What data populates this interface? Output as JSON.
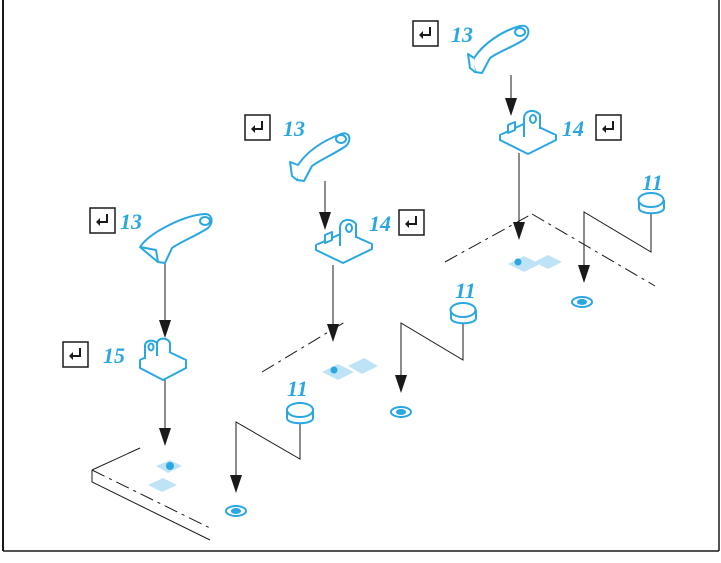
{
  "accent_color": "#2aa7e0",
  "part_fill": "#ffffff",
  "decal_fill": "#bfe3f6",
  "line_color": "#1a1a1a",
  "icon": "glue-step-icon",
  "callouts": {
    "c1": {
      "label": "13"
    },
    "c2": {
      "label": "13"
    },
    "c3": {
      "label": "13"
    },
    "c4": {
      "label": "14"
    },
    "c5": {
      "label": "14"
    },
    "c6": {
      "label": "15"
    },
    "c7": {
      "label": "11"
    },
    "c8": {
      "label": "11"
    },
    "c9": {
      "label": "11"
    }
  }
}
